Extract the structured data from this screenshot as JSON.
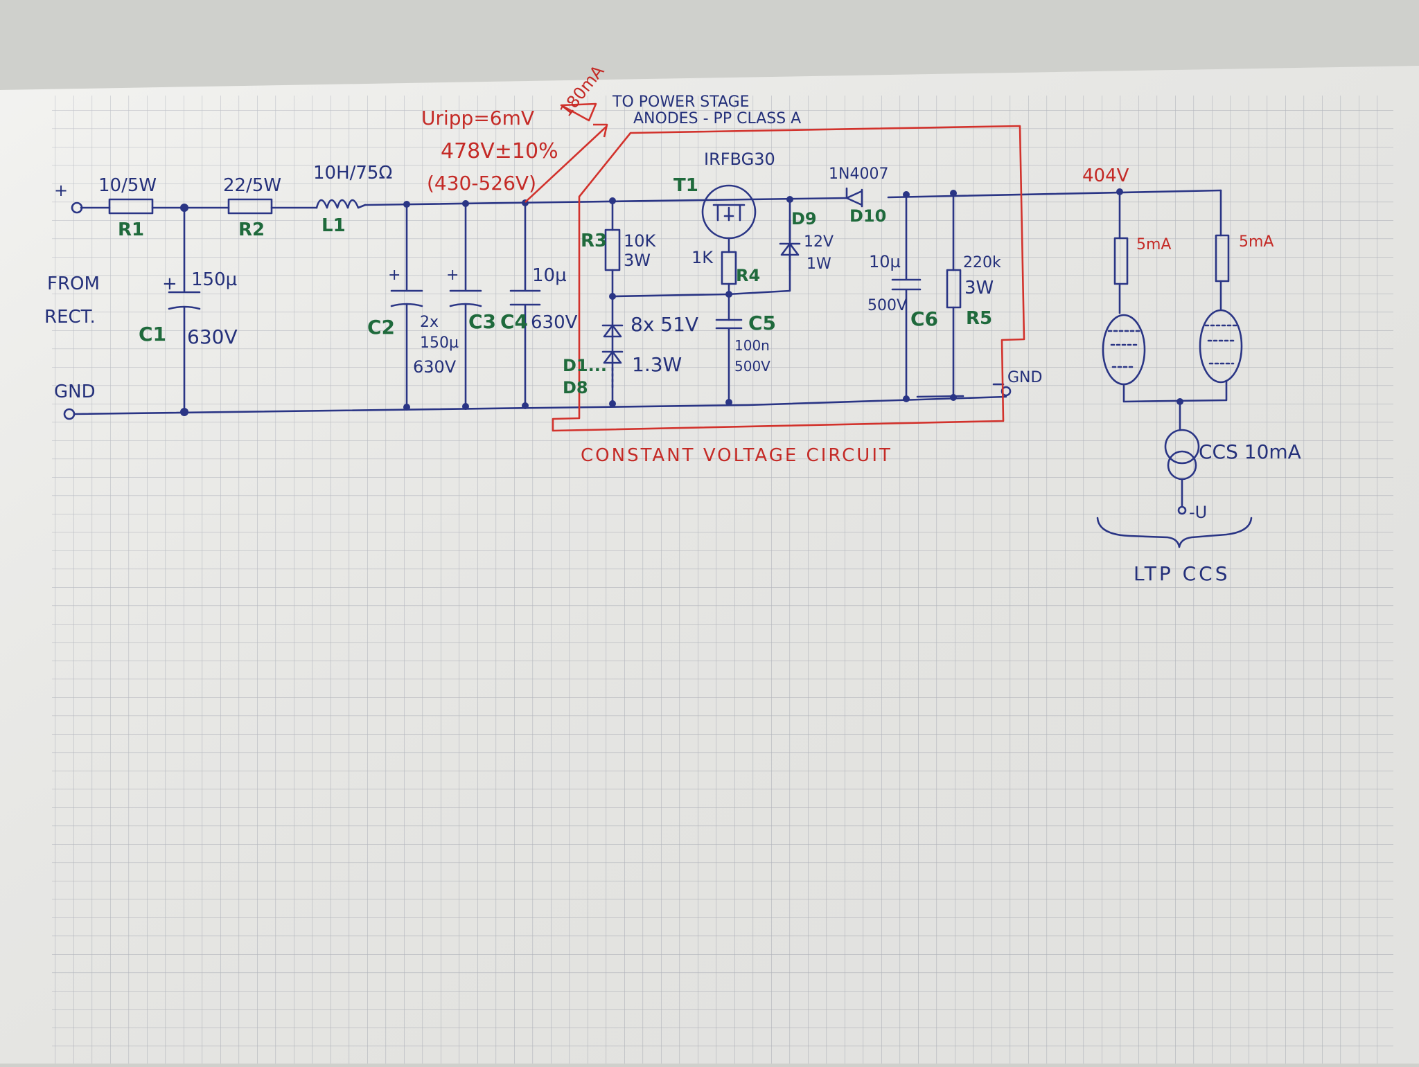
{
  "colors": {
    "paper": "#f1f1ee",
    "grid": "#b9bcc4",
    "ink_blue": "#2a3585",
    "ink_green": "#1f6a3c",
    "ink_red": "#d2322c"
  },
  "input": {
    "plus": "+",
    "from": "FROM",
    "rect": "RECT.",
    "gnd": "GND"
  },
  "r1": {
    "value": "10/5W",
    "ref": "R1"
  },
  "r2": {
    "value": "22/5W",
    "ref": "R2"
  },
  "l1": {
    "value": "10H/75Ω",
    "ref": "L1"
  },
  "c1": {
    "plus": "+",
    "cap": "150µ",
    "ref": "C1",
    "voltage": "630V"
  },
  "c2": {
    "plus": "+",
    "ref": "C2",
    "count": "2x",
    "cap": "150µ",
    "voltage": "630V"
  },
  "c3": {
    "plus": "+",
    "ref": "C3"
  },
  "c4": {
    "ref": "C4",
    "cap": "10µ",
    "voltage": "630V"
  },
  "annotations": {
    "ripple": "Uripp=6mV",
    "voltage": "478V±10%",
    "range": "(430-526V)",
    "current": "180mA",
    "to_power_line1": "TO POWER STAGE",
    "to_power_line2": "ANODES - PP CLASS A",
    "out_voltage": "404V"
  },
  "regulator": {
    "title": "CONSTANT VOLTAGE CIRCUIT",
    "t1": {
      "ref": "T1",
      "part": "IRFBG30"
    },
    "r3": {
      "ref": "R3",
      "value": "10K",
      "power": "3W"
    },
    "r4": {
      "ref": "R4",
      "value": "1K"
    },
    "d9": {
      "ref": "D9",
      "voltage": "12V",
      "power": "1W"
    },
    "d10": {
      "ref": "D10",
      "part": "1N4007"
    },
    "d1_d8": {
      "ref_line1": "D1...",
      "ref_line2": "D8",
      "count": "8x 51V",
      "power": "1.3W"
    },
    "c5": {
      "ref": "C5",
      "cap": "100n",
      "voltage": "500V"
    },
    "c6": {
      "ref": "C6",
      "cap": "10µ",
      "voltage": "500V"
    },
    "r5": {
      "ref": "R5",
      "value": "220k",
      "power": "3W"
    },
    "gnd": "GND"
  },
  "ltp": {
    "left_current": "5mA",
    "right_current": "5mA",
    "ccs": "CCS 10mA",
    "neg": "-U",
    "label": "LTP CCS"
  }
}
